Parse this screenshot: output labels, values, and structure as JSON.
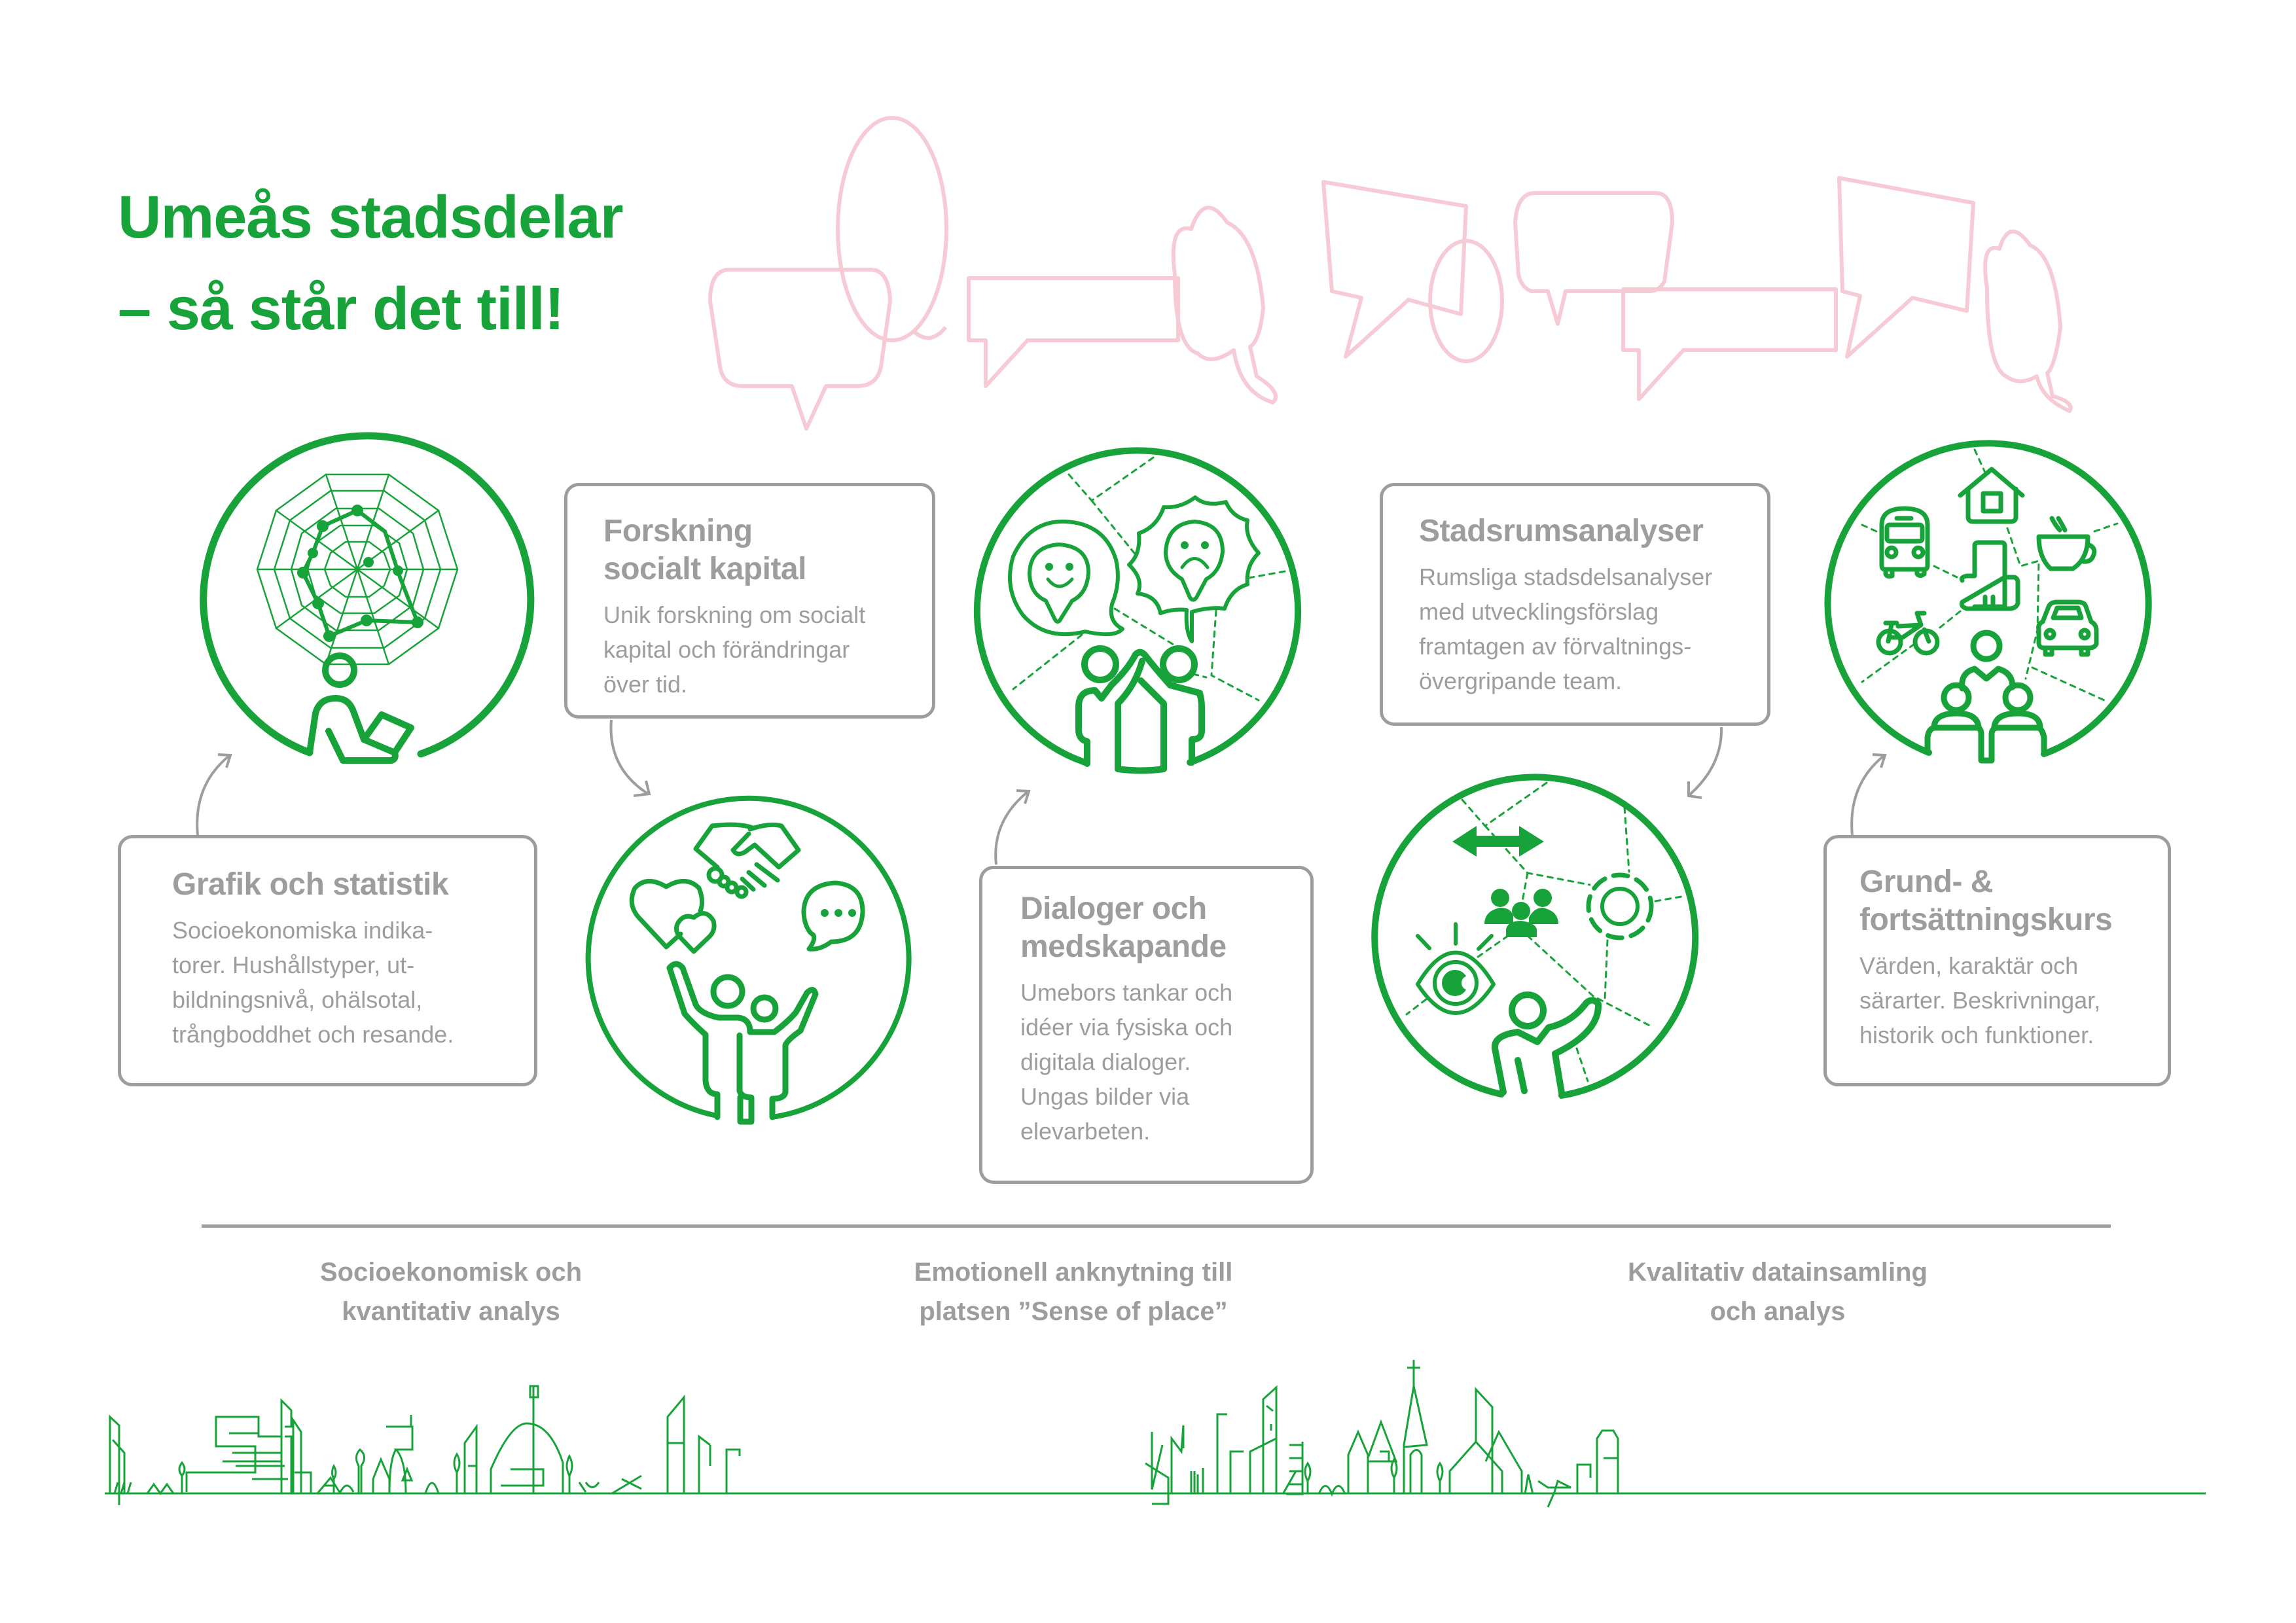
{
  "header": {
    "title_line1": "Umeås stadsdelar",
    "title_line2": "– så står det till!"
  },
  "colors": {
    "brand_green": "#17a33a",
    "text_gray": "#9d9d9b",
    "bubble_pink": "#f7cbd6"
  },
  "decorations": {
    "speech_bubbles": [
      "rounded-bubble",
      "oval-bubble",
      "rect-bubble",
      "cloud-bubble",
      "tilted-bubble",
      "oval-bubble",
      "rounded-bubble",
      "rect-bubble",
      "tilted-bubble",
      "cloud-bubble"
    ]
  },
  "steps": [
    {
      "title_lines": [
        "Grafik och statistik"
      ],
      "body_lines": [
        "Socioekonomiska indika-",
        "torer. Hushållstyper, ut-",
        "bildningsnivå, ohälsotal,",
        "trångboddhet och resande."
      ],
      "icon": "radar-chart-person-laptop-icon"
    },
    {
      "title_lines": [
        "Forskning",
        "socialt kapital"
      ],
      "body_lines": [
        "Unik forskning om socialt",
        "kapital och förändringar",
        "över tid."
      ],
      "icon": "handshake-hearts-people-icon"
    },
    {
      "title_lines": [
        "Dialoger och",
        "medskapande"
      ],
      "body_lines": [
        "Umebors tankar och",
        "idéer via fysiska och",
        "digitala dialoger.",
        "Ungas bilder via",
        "elevarbeten."
      ],
      "icon": "happy-sad-pins-people-icon"
    },
    {
      "title_lines": [
        "Stadsrumsanalyser"
      ],
      "body_lines": [
        "Rumsliga stadsdelsanalyser",
        "med utvecklingsförslag",
        "framtagen av förvaltnings-",
        "övergripande team."
      ],
      "icon": "eye-group-map-person-icon"
    },
    {
      "title_lines": [
        "Grund- &",
        "fortsättningskurs"
      ],
      "body_lines": [
        "Värden, karaktär och",
        "särarter. Beskrivningar,",
        "historik och funktioner."
      ],
      "icon": "city-services-people-icon"
    }
  ],
  "footer": {
    "categories": [
      {
        "lines": [
          "Socioekonomisk och",
          "kvantitativ analys"
        ]
      },
      {
        "lines": [
          "Emotionell anknytning till",
          "platsen ”Sense of place”"
        ]
      },
      {
        "lines": [
          "Kvalitativ datainsamling",
          "och analys"
        ]
      }
    ],
    "skyline": "city-skyline-illustration"
  }
}
